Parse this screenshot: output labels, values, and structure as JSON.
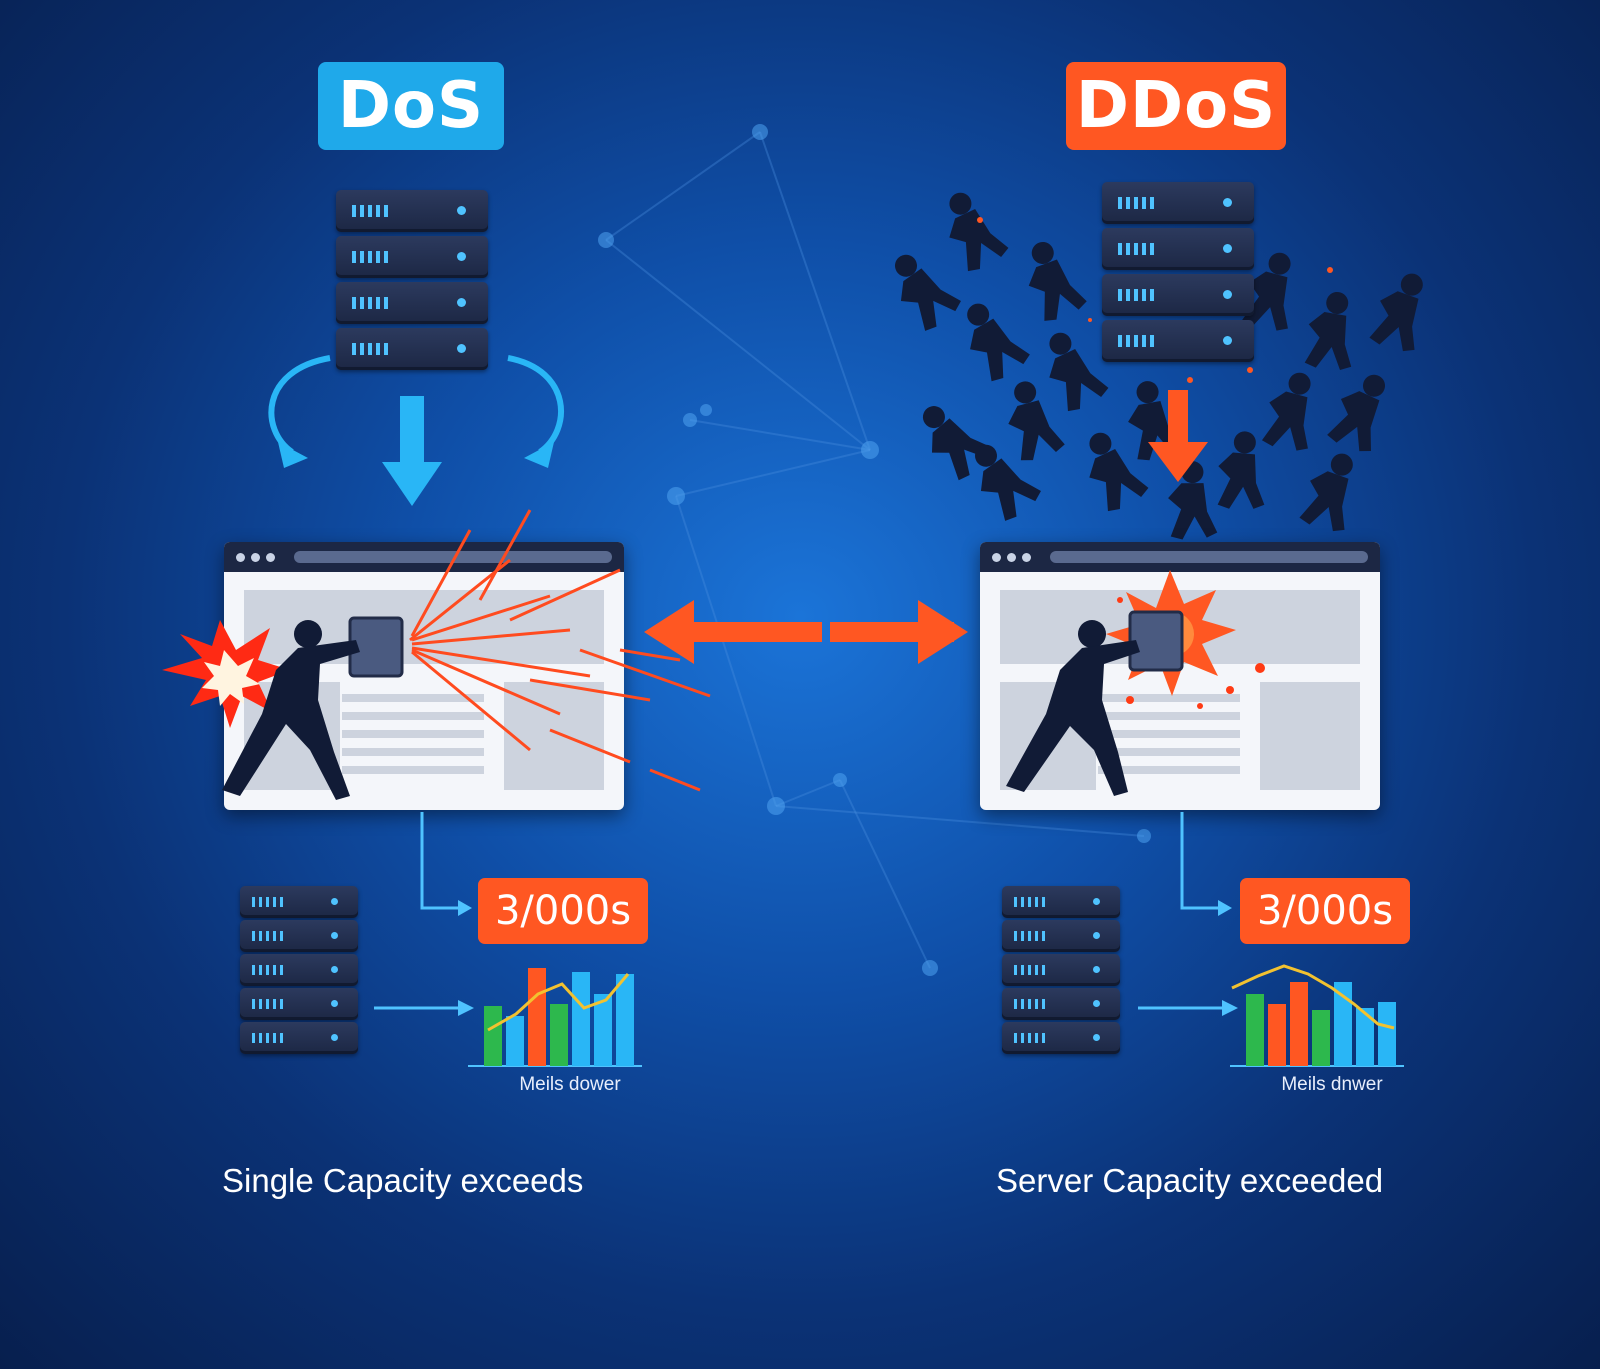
{
  "dos": {
    "title": "DoS",
    "value_badge": "3/000s",
    "chart_label": "Meils dower",
    "caption": "Single Capacity exceeds",
    "color": "#1fa9ea"
  },
  "ddos": {
    "title": "DDoS",
    "value_badge": "3/000s",
    "chart_label": "Meils dnwer",
    "caption": "Server Capacity exceeded",
    "color": "#ff5722"
  },
  "colors": {
    "accent_blue": "#29b6f6",
    "accent_orange": "#ff5722",
    "server": "#1c2744",
    "bar_green": "#2db84d",
    "bar_orange": "#ff5722",
    "bar_blue": "#29b6f6",
    "trend_line": "#f2c230"
  },
  "icons": [
    "server-rack-icon",
    "attacker-figure-icon",
    "crowd-of-attackers-icon",
    "browser-window-icon",
    "explosion-icon",
    "bar-chart-icon",
    "arrow-icon"
  ]
}
